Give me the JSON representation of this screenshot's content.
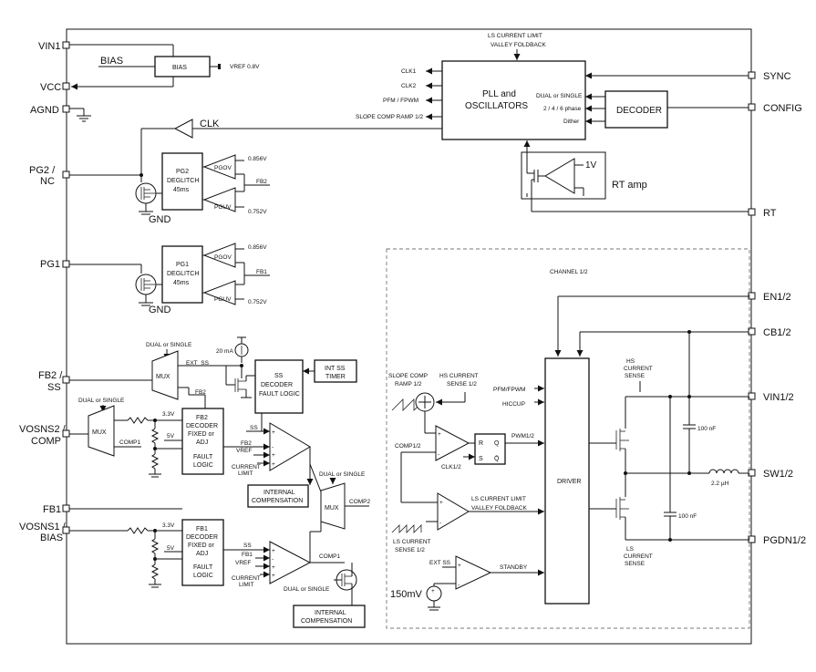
{
  "pins_left": {
    "vin1": "VIN1",
    "vcc": "VCC",
    "agnd": "AGND",
    "pg2_l1": "PG2 /",
    "pg2_l2": "NC",
    "pg1": "PG1",
    "fb2_l1": "FB2 /",
    "fb2_l2": "SS",
    "vosns2_l1": "VOSNS2 /",
    "vosns2_l2": "COMP",
    "fb1": "FB1",
    "vosns1_l1": "VOSNS1 /",
    "vosns1_l2": "BIAS"
  },
  "pins_right": {
    "sync": "SYNC",
    "config": "CONFIG",
    "rt": "RT",
    "en": "EN1/2",
    "cb": "CB1/2",
    "vin": "VIN1/2",
    "sw": "SW1/2",
    "pgdn": "PGDN1/2"
  },
  "bias": {
    "label_in": "BIAS",
    "box": "BIAS",
    "vref": "VREF 0.8V"
  },
  "clk": "CLK",
  "pg2": {
    "box": [
      "PG2",
      "DEGLITCH",
      "45ms"
    ],
    "pgov": "PGOV",
    "pguv": "PGUV",
    "v_ov": "0.856V",
    "v_uv": "0.752V",
    "fb": "FB2",
    "gnd": "GND"
  },
  "pg1": {
    "box": [
      "PG1",
      "DEGLITCH",
      "45ms"
    ],
    "pgov": "PGOV",
    "pguv": "PGUV",
    "v_ov": "0.856V",
    "v_uv": "0.752V",
    "fb": "FB1",
    "gnd": "GND"
  },
  "pll": {
    "top_l1": "LS CURRENT LIMIT",
    "top_l2": "VALLEY FOLDBACK",
    "title_l1": "PLL and",
    "title_l2": "OSCILLATORS",
    "clk1": "CLK1",
    "clk2": "CLK2",
    "pfm": "PFM / FPWM",
    "slope": "SLOPE COMP RAMP 1/2",
    "dual": "DUAL or SINGLE",
    "phase": "2 / 4 / 6 phase",
    "dither": "Dither"
  },
  "decoder": "DECODER",
  "rt_amp": {
    "v": "1V",
    "label": "RT amp"
  },
  "ss": {
    "dual": "DUAL or SINGLE",
    "current": "20 mA",
    "ext_ss": "EXT_SS",
    "mux": "MUX",
    "fb2": "FB2",
    "decoder": [
      "SS",
      "DECODER",
      "FAULT LOGIC"
    ],
    "int_ss": [
      "INT SS",
      "TIMER"
    ]
  },
  "ch2": {
    "dual": "DUAL or SINGLE",
    "mux": "MUX",
    "comp1": "COMP1",
    "v33": "3.3V",
    "v5": "5V",
    "decoder": [
      "FB2",
      "DECODER",
      "FIXED or",
      "ADJ",
      "",
      "FAULT",
      "LOGIC"
    ],
    "ss": "SS",
    "fb2": "FB2",
    "vref": "VREF",
    "climit": [
      "CURRENT",
      "LIMIT"
    ],
    "int_comp": [
      "INTERNAL",
      "COMPENSATION"
    ]
  },
  "mux2": {
    "dual": "DUAL or SINGLE",
    "mux": "MUX",
    "comp2": "COMP2"
  },
  "ch1": {
    "v33": "3.3V",
    "v5": "5V",
    "decoder": [
      "FB1",
      "DECODER",
      "FIXED or",
      "ADJ",
      "",
      "FAULT",
      "LOGIC"
    ],
    "ss": "SS",
    "fb1": "FB1",
    "vref": "VREF",
    "climit": [
      "CURRENT",
      "LIMIT"
    ],
    "comp1": "COMP1",
    "dual": "DUAL or SINGLE",
    "int_comp": [
      "INTERNAL",
      "COMPENSATION"
    ]
  },
  "channel": {
    "title": "CHANNEL 1/2",
    "slope": [
      "SLOPE COMP",
      "RAMP 1/2"
    ],
    "hs_sense": [
      "HS CURRENT",
      "SENSE 1/2"
    ],
    "pfm": "PFM/FPWM",
    "hiccup": "HICCUP",
    "comp": "COMP1/2",
    "r": "R",
    "s": "S",
    "q": "Q",
    "qbar": "Q̄",
    "clk": "CLK1/2",
    "pwm": "PWM1/2",
    "ls_limit": [
      "LS CURRENT LIMIT",
      "VALLEY FOLDBACK"
    ],
    "ls_sense": [
      "LS CURRENT",
      "SENSE 1/2"
    ],
    "ext_ss": "EXT SS",
    "standby": "STANDBY",
    "v150": "150mV",
    "driver": "DRIVER",
    "hs_right": [
      "HS",
      "CURRENT",
      "SENSE"
    ],
    "ls_right": [
      "LS",
      "CURRENT",
      "SENSE"
    ],
    "cap1": "100 nF",
    "cap2": "100 nF",
    "ind": "2.2 µH"
  }
}
